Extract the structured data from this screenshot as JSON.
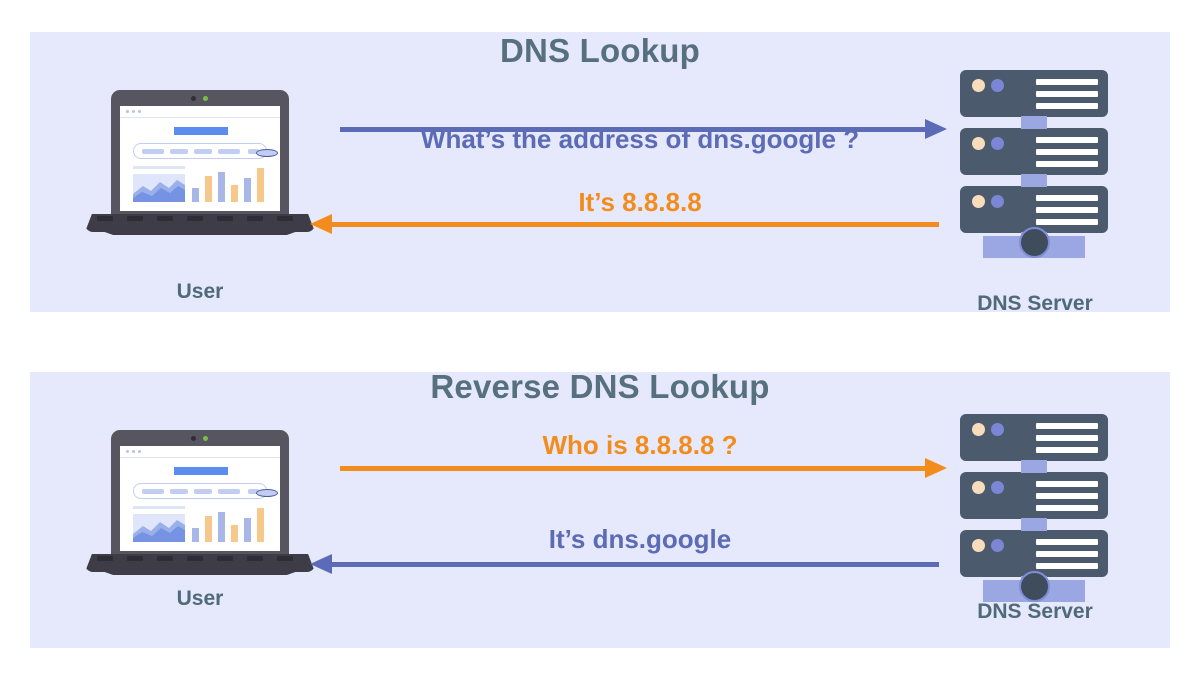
{
  "colors": {
    "panel_bg": "#e6e8fb",
    "page_bg": "#ffffff",
    "title": "#56707f",
    "blue": "#5b6bb5",
    "orange": "#f28c1c",
    "server_body": "#4c5a6e",
    "accent_periwinkle": "#9aa7e2",
    "led_beige": "#f7ddbb",
    "led_purple": "#7b86d4"
  },
  "panels": [
    {
      "title": "DNS Lookup",
      "client_label": "User",
      "server_label": "DNS Server",
      "messages": [
        {
          "text": "What’s the address of dns.google ?",
          "direction": "right",
          "color": "blue"
        },
        {
          "text": "It’s 8.8.8.8",
          "direction": "left",
          "color": "orange"
        }
      ]
    },
    {
      "title": "Reverse DNS Lookup",
      "client_label": "User",
      "server_label": "DNS Server",
      "messages": [
        {
          "text": "Who is 8.8.8.8 ?",
          "direction": "right",
          "color": "orange"
        },
        {
          "text": "It’s dns.google",
          "direction": "left",
          "color": "blue"
        }
      ]
    }
  ],
  "laptop_screen": {
    "browser_dots": 3,
    "bars": [
      {
        "height": 14,
        "color": "#a8b7e8"
      },
      {
        "height": 26,
        "color": "#f7c88b"
      },
      {
        "height": 30,
        "color": "#a8b7e8"
      },
      {
        "height": 17,
        "color": "#f7c88b"
      },
      {
        "height": 24,
        "color": "#a8b7e8"
      },
      {
        "height": 34,
        "color": "#f7c88b"
      }
    ]
  },
  "server_graphic": {
    "rack_units": 3,
    "slots_per_unit": 3,
    "leds_per_unit": [
      "beige",
      "purple"
    ]
  }
}
